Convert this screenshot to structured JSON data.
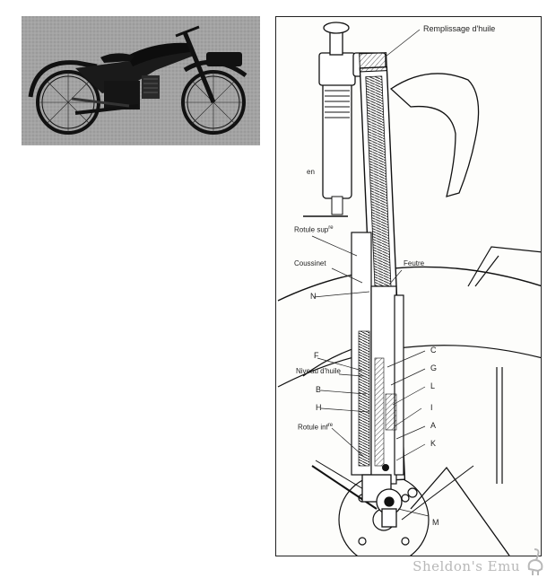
{
  "labels": {
    "remplissage": "Remplissage d'huile",
    "en": "en",
    "rotule_sup": "Rotule sup",
    "rotule_sup_sup": "re",
    "coussinet": "Coussinet",
    "feutre": "Feutre",
    "n": "N",
    "c": "C",
    "f": "F",
    "g": "G",
    "niveau": "Niveau d'huile",
    "b": "B",
    "l": "L",
    "h": "H",
    "i": "I",
    "rotule_inf": "Rotule inf",
    "rotule_inf_sup": "re",
    "a": "A",
    "k": "K",
    "m": "M"
  },
  "watermark": "Sheldon's Emu",
  "icons": [
    "motorcycle-photo",
    "fork-cross-section",
    "emu-logo-icon"
  ]
}
